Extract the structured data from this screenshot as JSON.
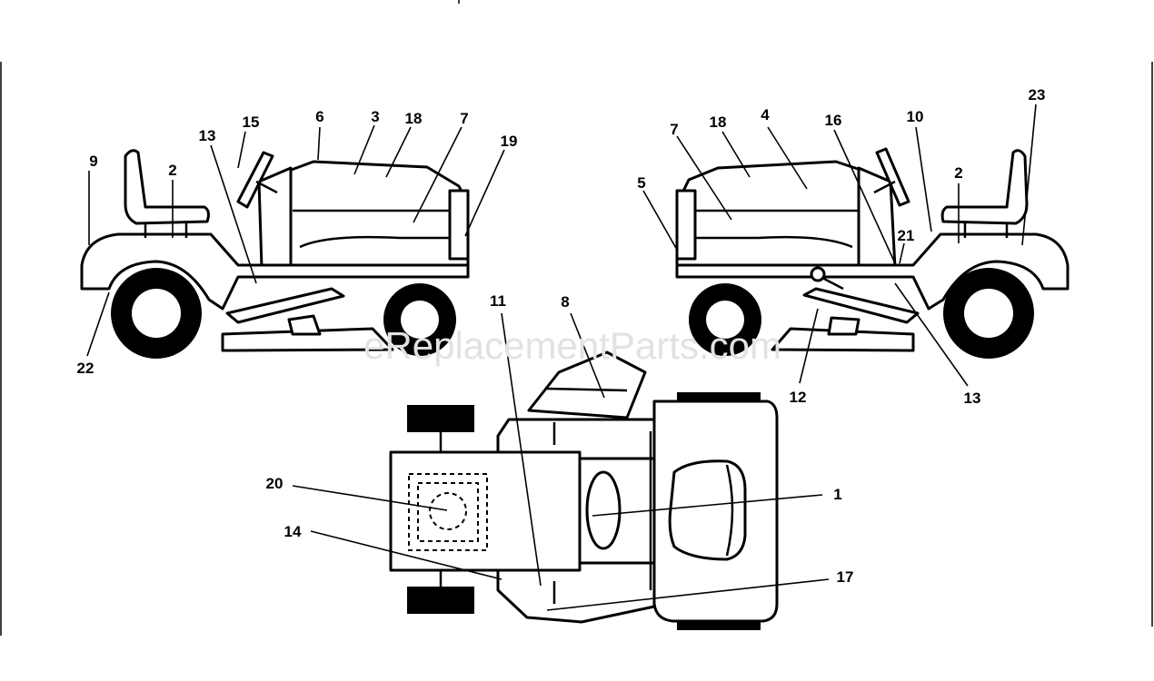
{
  "diagram": {
    "watermark": "eReplacementParts.com",
    "callouts": [
      {
        "id": "c-9-left",
        "text": "9"
      },
      {
        "id": "c-2-left",
        "text": "2"
      },
      {
        "id": "c-13-left",
        "text": "13"
      },
      {
        "id": "c-15",
        "text": "15"
      },
      {
        "id": "c-6",
        "text": "6"
      },
      {
        "id": "c-3",
        "text": "3"
      },
      {
        "id": "c-18-left",
        "text": "18"
      },
      {
        "id": "c-7-left",
        "text": "7"
      },
      {
        "id": "c-19",
        "text": "19"
      },
      {
        "id": "c-22",
        "text": "22"
      },
      {
        "id": "c-7-right",
        "text": "7"
      },
      {
        "id": "c-18-right",
        "text": "18"
      },
      {
        "id": "c-4",
        "text": "4"
      },
      {
        "id": "c-16",
        "text": "16"
      },
      {
        "id": "c-10",
        "text": "10"
      },
      {
        "id": "c-23",
        "text": "23"
      },
      {
        "id": "c-5",
        "text": "5"
      },
      {
        "id": "c-2-right",
        "text": "2"
      },
      {
        "id": "c-21",
        "text": "21"
      },
      {
        "id": "c-12",
        "text": "12"
      },
      {
        "id": "c-13-right",
        "text": "13"
      },
      {
        "id": "c-11",
        "text": "11"
      },
      {
        "id": "c-8",
        "text": "8"
      },
      {
        "id": "c-20",
        "text": "20"
      },
      {
        "id": "c-14",
        "text": "14"
      },
      {
        "id": "c-1",
        "text": "1"
      },
      {
        "id": "c-17",
        "text": "17"
      }
    ]
  }
}
